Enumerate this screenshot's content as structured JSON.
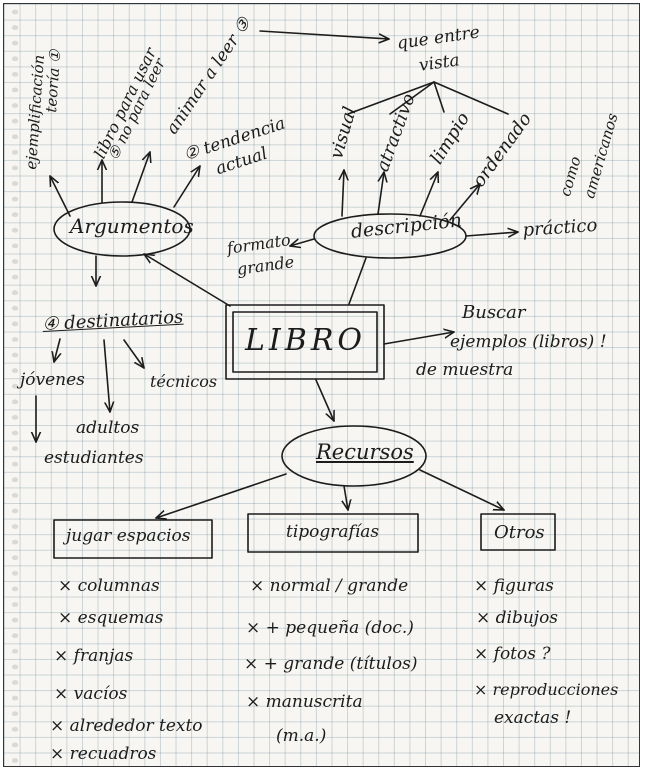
{
  "nodes": {
    "libro": "LIBRO",
    "argumentos": "Argumentos",
    "descripcion": "descripción",
    "recursos": "Recursos",
    "destinatarios": "④ destinatarios",
    "buscar": [
      "Buscar",
      "ejemplos (libros) !",
      "de muestra"
    ]
  },
  "argumentos_branches": {
    "ejemplificacion": [
      "ejemplificación",
      "teoría ①"
    ],
    "libro_usar": [
      "libro para usar",
      "⑤ no para leer"
    ],
    "animar": "animar a leer ③",
    "tendencia": [
      "② tendencia",
      "actual"
    ]
  },
  "que_entre": [
    "que entre",
    "vista"
  ],
  "descripcion_branches": {
    "visual": "visual",
    "atractivo": "atractivo",
    "limpio": "limpio",
    "ordenado": "ordenado",
    "como_americanos": [
      "como",
      "americanos"
    ],
    "practico": "práctico",
    "formato": [
      "formato",
      "grande"
    ]
  },
  "destinatarios_list": [
    "jóvenes",
    "adultos",
    "estudiantes",
    "técnicos"
  ],
  "boxes": {
    "espacios": {
      "title": "jugar espacios",
      "items": [
        "× columnas",
        "× esquemas",
        "× franjas",
        "× vacíos",
        "× alrededor texto",
        "× recuadros"
      ]
    },
    "tipografias": {
      "title": "tipografías",
      "items": [
        "× normal / grande",
        "× + pequeña (doc.)",
        "× + grande (títulos)",
        "× manuscrita",
        "(m.a.)"
      ]
    },
    "otros": {
      "title": "Otros",
      "items": [
        "× figuras",
        "× dibujos",
        "× fotos ?",
        "× reproducciones",
        "exactas !"
      ]
    }
  }
}
